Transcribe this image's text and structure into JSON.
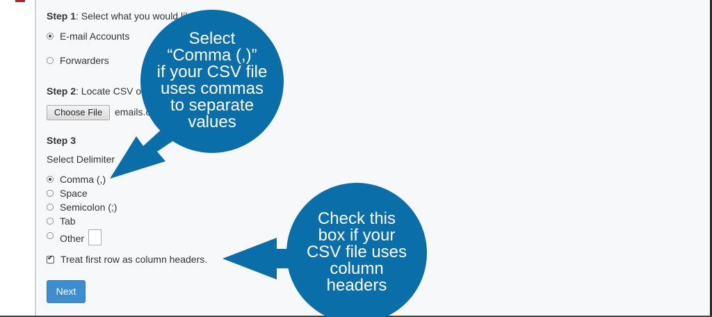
{
  "step1": {
    "label_bold": "Step 1",
    "label_rest": ": Select what you would like to import.",
    "options": [
      "E-mail Accounts",
      "Forwarders"
    ],
    "selected": "E-mail Accounts"
  },
  "step2": {
    "label_bold": "Step 2",
    "label_rest": ": Locate CSV or XLS file on your computer.",
    "choose_file_label": "Choose File",
    "file_name": "emails.csv"
  },
  "step3": {
    "label_bold": "Step 3",
    "delimiter_label": "Select Delimiter",
    "options": [
      "Comma (,)",
      "Space",
      "Semicolon (;)",
      "Tab",
      "Other"
    ],
    "selected": "Comma (,)",
    "other_value": "",
    "header_checkbox_label": "Treat first row as column headers.",
    "header_checked": true
  },
  "next_label": "Next",
  "callouts": {
    "top": {
      "lines": [
        "Select",
        "“Comma (,)”",
        "if your CSV file",
        "uses commas",
        "to separate",
        "values"
      ]
    },
    "bottom": {
      "lines": [
        "Check this",
        "box if your",
        "CSV file uses",
        "column",
        "headers"
      ]
    }
  },
  "colors": {
    "callout": "#0a6fa8",
    "button": "#3d8dd0",
    "background": "#f7f8f9"
  }
}
